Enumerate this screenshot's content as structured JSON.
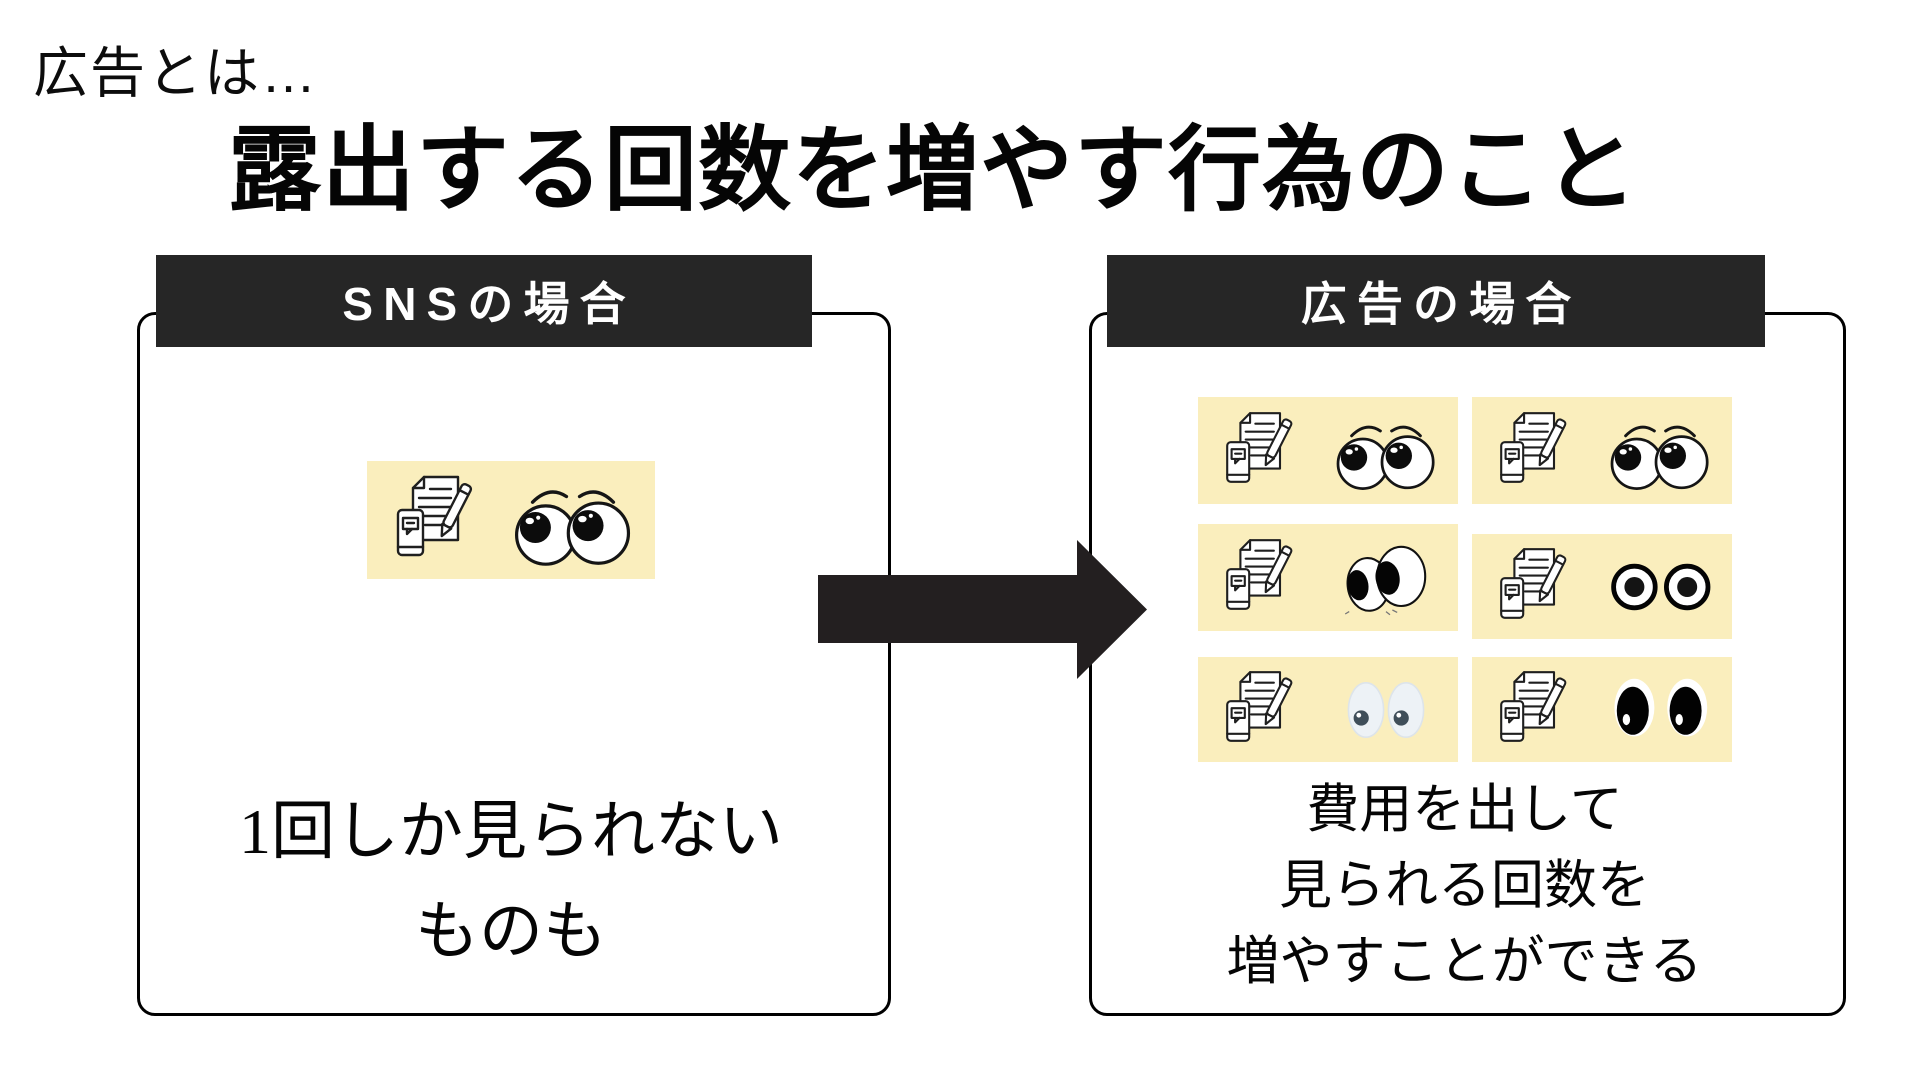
{
  "kicker": "広告とは…",
  "title": "露出する回数を増やす行為のこと",
  "left_panel": {
    "header": "SNSの場合",
    "card": {
      "icons": [
        "document-pen-phone-icon",
        "eyes-classic-icon"
      ],
      "eyes": "classic"
    },
    "caption_lines": [
      "1回しか見られない",
      "ものも"
    ]
  },
  "right_panel": {
    "header": "広告の場合",
    "cards": [
      {
        "icons": [
          "document-pen-phone-icon",
          "eyes-classic-icon"
        ],
        "eyes": "classic"
      },
      {
        "icons": [
          "document-pen-phone-icon",
          "eyes-classic-icon"
        ],
        "eyes": "classic"
      },
      {
        "icons": [
          "document-pen-phone-icon",
          "eyes-googly-icon"
        ],
        "eyes": "googly"
      },
      {
        "icons": [
          "document-pen-phone-icon",
          "eyes-bullseye-icon"
        ],
        "eyes": "bullseye"
      },
      {
        "icons": [
          "document-pen-phone-icon",
          "eyes-pale-icon"
        ],
        "eyes": "pale"
      },
      {
        "icons": [
          "document-pen-phone-icon",
          "eyes-dark-icon"
        ],
        "eyes": "dark"
      }
    ],
    "caption_lines": [
      "費用を出して",
      "見られる回数を",
      "増やすことができる"
    ]
  },
  "arrow": {
    "icon": "arrow-right-icon",
    "direction": "right",
    "color": "#231f20"
  },
  "colors": {
    "background": "#ffffff",
    "card_bg": "#faeebd",
    "header_bg": "#262626",
    "header_text": "#ffffff",
    "text": "#050505",
    "line_art": "#1f1f1f"
  }
}
